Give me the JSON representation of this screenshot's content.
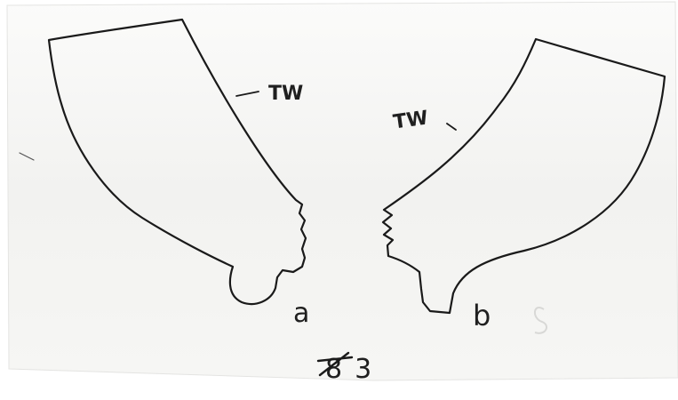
{
  "figure": {
    "left_piece_label": "TW",
    "right_piece_label": "TW",
    "point_a_label": "a",
    "point_b_label": "b",
    "figure_number": "83",
    "colors": {
      "paper": "#f7f7f5",
      "ink": "#1a1a1a"
    }
  }
}
